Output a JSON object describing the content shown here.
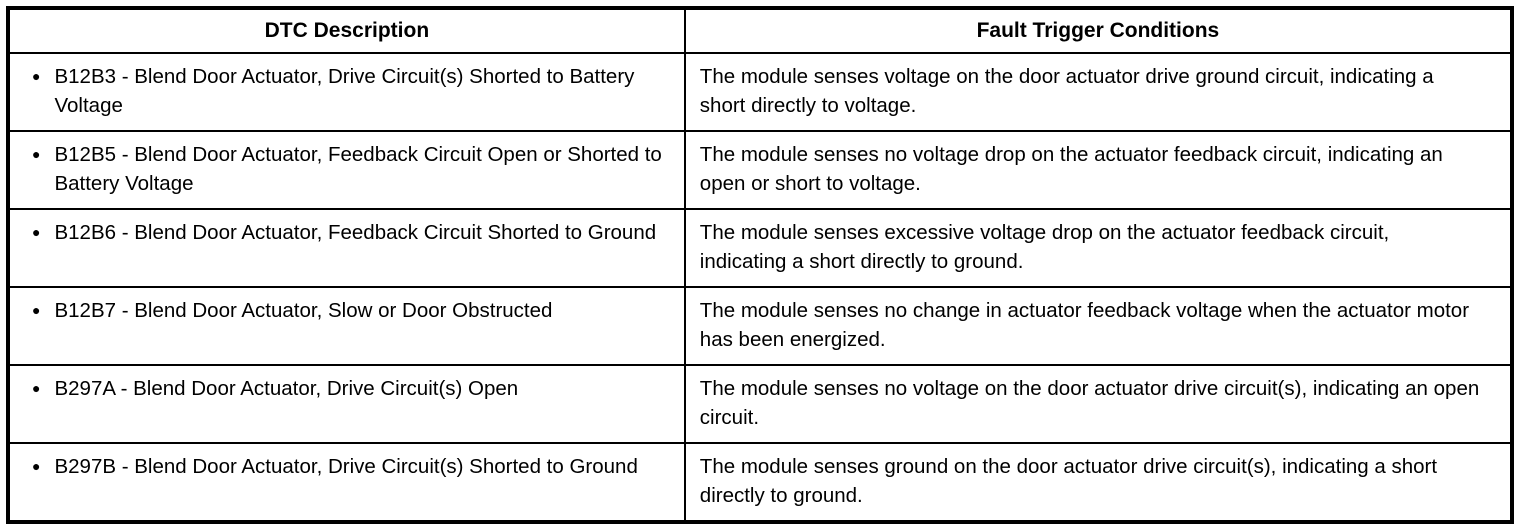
{
  "table": {
    "bullet": "●",
    "headers": [
      "DTC Description",
      "Fault Trigger Conditions"
    ],
    "rows": [
      {
        "dtc": "B12B3 - Blend Door Actuator, Drive Circuit(s) Shorted to Battery Voltage",
        "condition": "The module senses voltage on the door actuator drive ground circuit, indicating a short directly to voltage."
      },
      {
        "dtc": "B12B5 - Blend Door Actuator, Feedback Circuit Open or Shorted to Battery Voltage",
        "condition": "The module senses no voltage drop on the actuator feedback circuit, indicating an open or short to voltage."
      },
      {
        "dtc": "B12B6 - Blend Door Actuator, Feedback Circuit Shorted to Ground",
        "condition": "The module senses excessive voltage drop on the actuator feedback circuit, indicating a short directly to ground."
      },
      {
        "dtc": "B12B7 - Blend Door Actuator, Slow or Door Obstructed",
        "condition": "The module senses no change in actuator feedback voltage when the actuator motor has been energized."
      },
      {
        "dtc": "B297A - Blend Door Actuator, Drive Circuit(s) Open",
        "condition": "The module senses no voltage on the door actuator drive circuit(s), indicating an open circuit."
      },
      {
        "dtc": "B297B - Blend Door Actuator, Drive Circuit(s) Shorted to Ground",
        "condition": "The module senses ground on the door actuator drive circuit(s), indicating a short directly to ground."
      }
    ]
  }
}
